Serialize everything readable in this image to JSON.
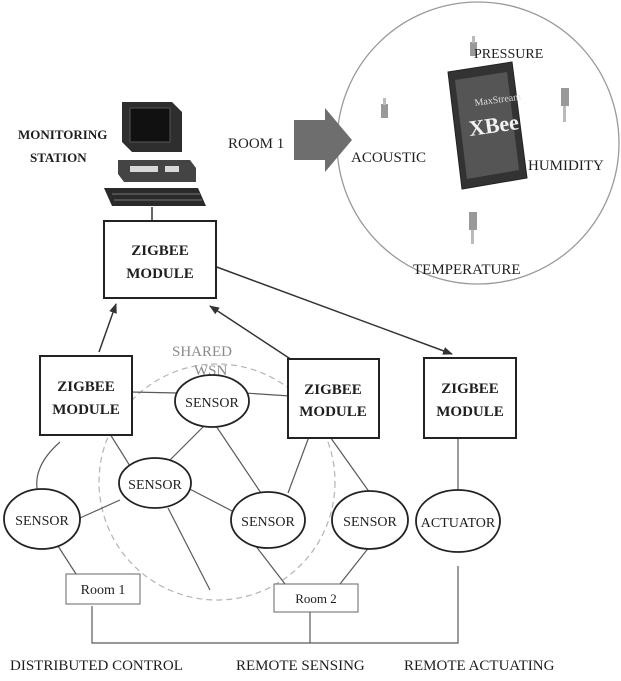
{
  "monitoring_station": {
    "line1": "MONITORING",
    "line2": "STATION"
  },
  "room_arrow_label": "ROOM 1",
  "room_circle": {
    "pressure": "PRESSURE",
    "acoustic": "ACOUSTIC",
    "humidity": "HUMIDITY",
    "temperature": "TEMPERATURE",
    "xbee_brand": "XBee",
    "xbee_maker": "MaxStream"
  },
  "zigbee_top": {
    "line1": "ZIGBEE",
    "line2": "MODULE"
  },
  "shared_wsn": {
    "line1": "SHARED",
    "line2": "WSN"
  },
  "zigbee_left": {
    "line1": "ZIGBEE",
    "line2": "MODULE"
  },
  "zigbee_mid": {
    "line1": "ZIGBEE",
    "line2": "MODULE"
  },
  "zigbee_right": {
    "line1": "ZIGBEE",
    "line2": "MODULE"
  },
  "sensors": {
    "top": "SENSOR",
    "middle": "SENSOR",
    "left": "SENSOR",
    "lower": "SENSOR",
    "right": "SENSOR"
  },
  "actuator": "ACTUATOR",
  "rooms": {
    "left": "Room 1",
    "right": "Room 2"
  },
  "bottom_labels": {
    "distributed": "DISTRIBUTED CONTROL",
    "sensing": "REMOTE SENSING",
    "actuating": "REMOTE ACTUATING"
  },
  "colors": {
    "arrow_fill": "#6e6e6e",
    "line": "#5a5a5a",
    "box_border": "#222222"
  }
}
